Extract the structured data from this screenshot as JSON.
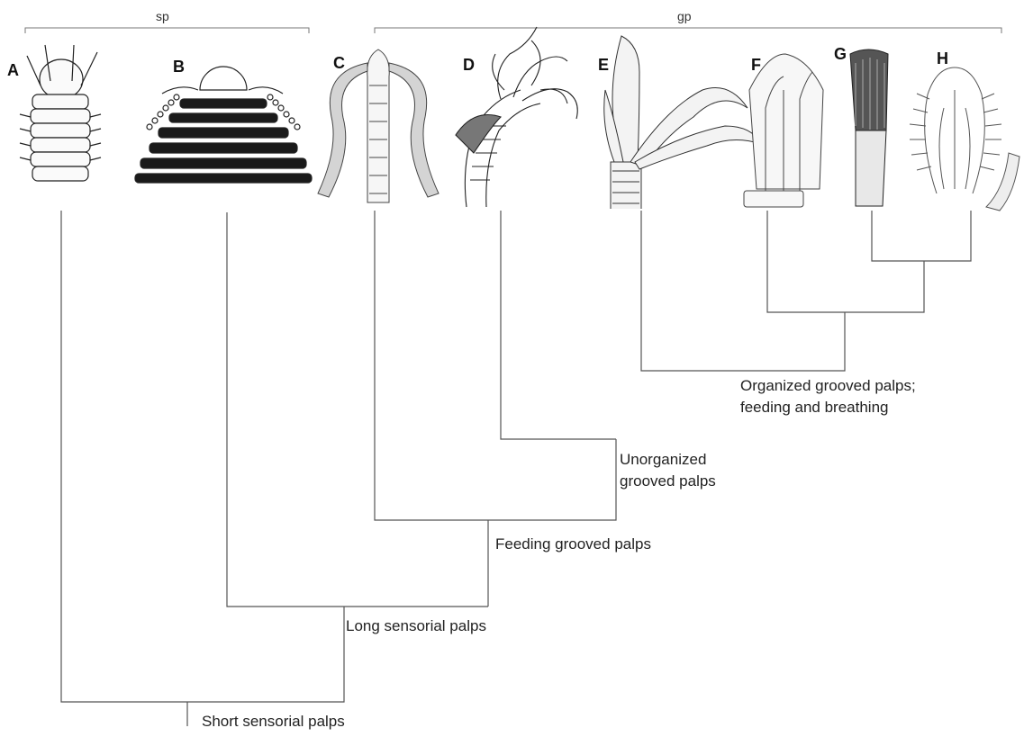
{
  "groups": {
    "sp": "sp",
    "gp": "gp"
  },
  "taxa": [
    "A",
    "B",
    "C",
    "D",
    "E",
    "F",
    "G",
    "H"
  ],
  "nodes": {
    "short": "Short sensorial palps",
    "long": "Long sensorial palps",
    "feeding": "Feeding grooved palps",
    "unorganized_line1": "Unorganized",
    "unorganized_line2": "grooved palps",
    "organized_line1": "Organized grooved palps;",
    "organized_line2": "feeding and breathing"
  },
  "colors": {
    "line": "#555555",
    "ink": "#222222",
    "stipple": "#9a9a9a"
  }
}
